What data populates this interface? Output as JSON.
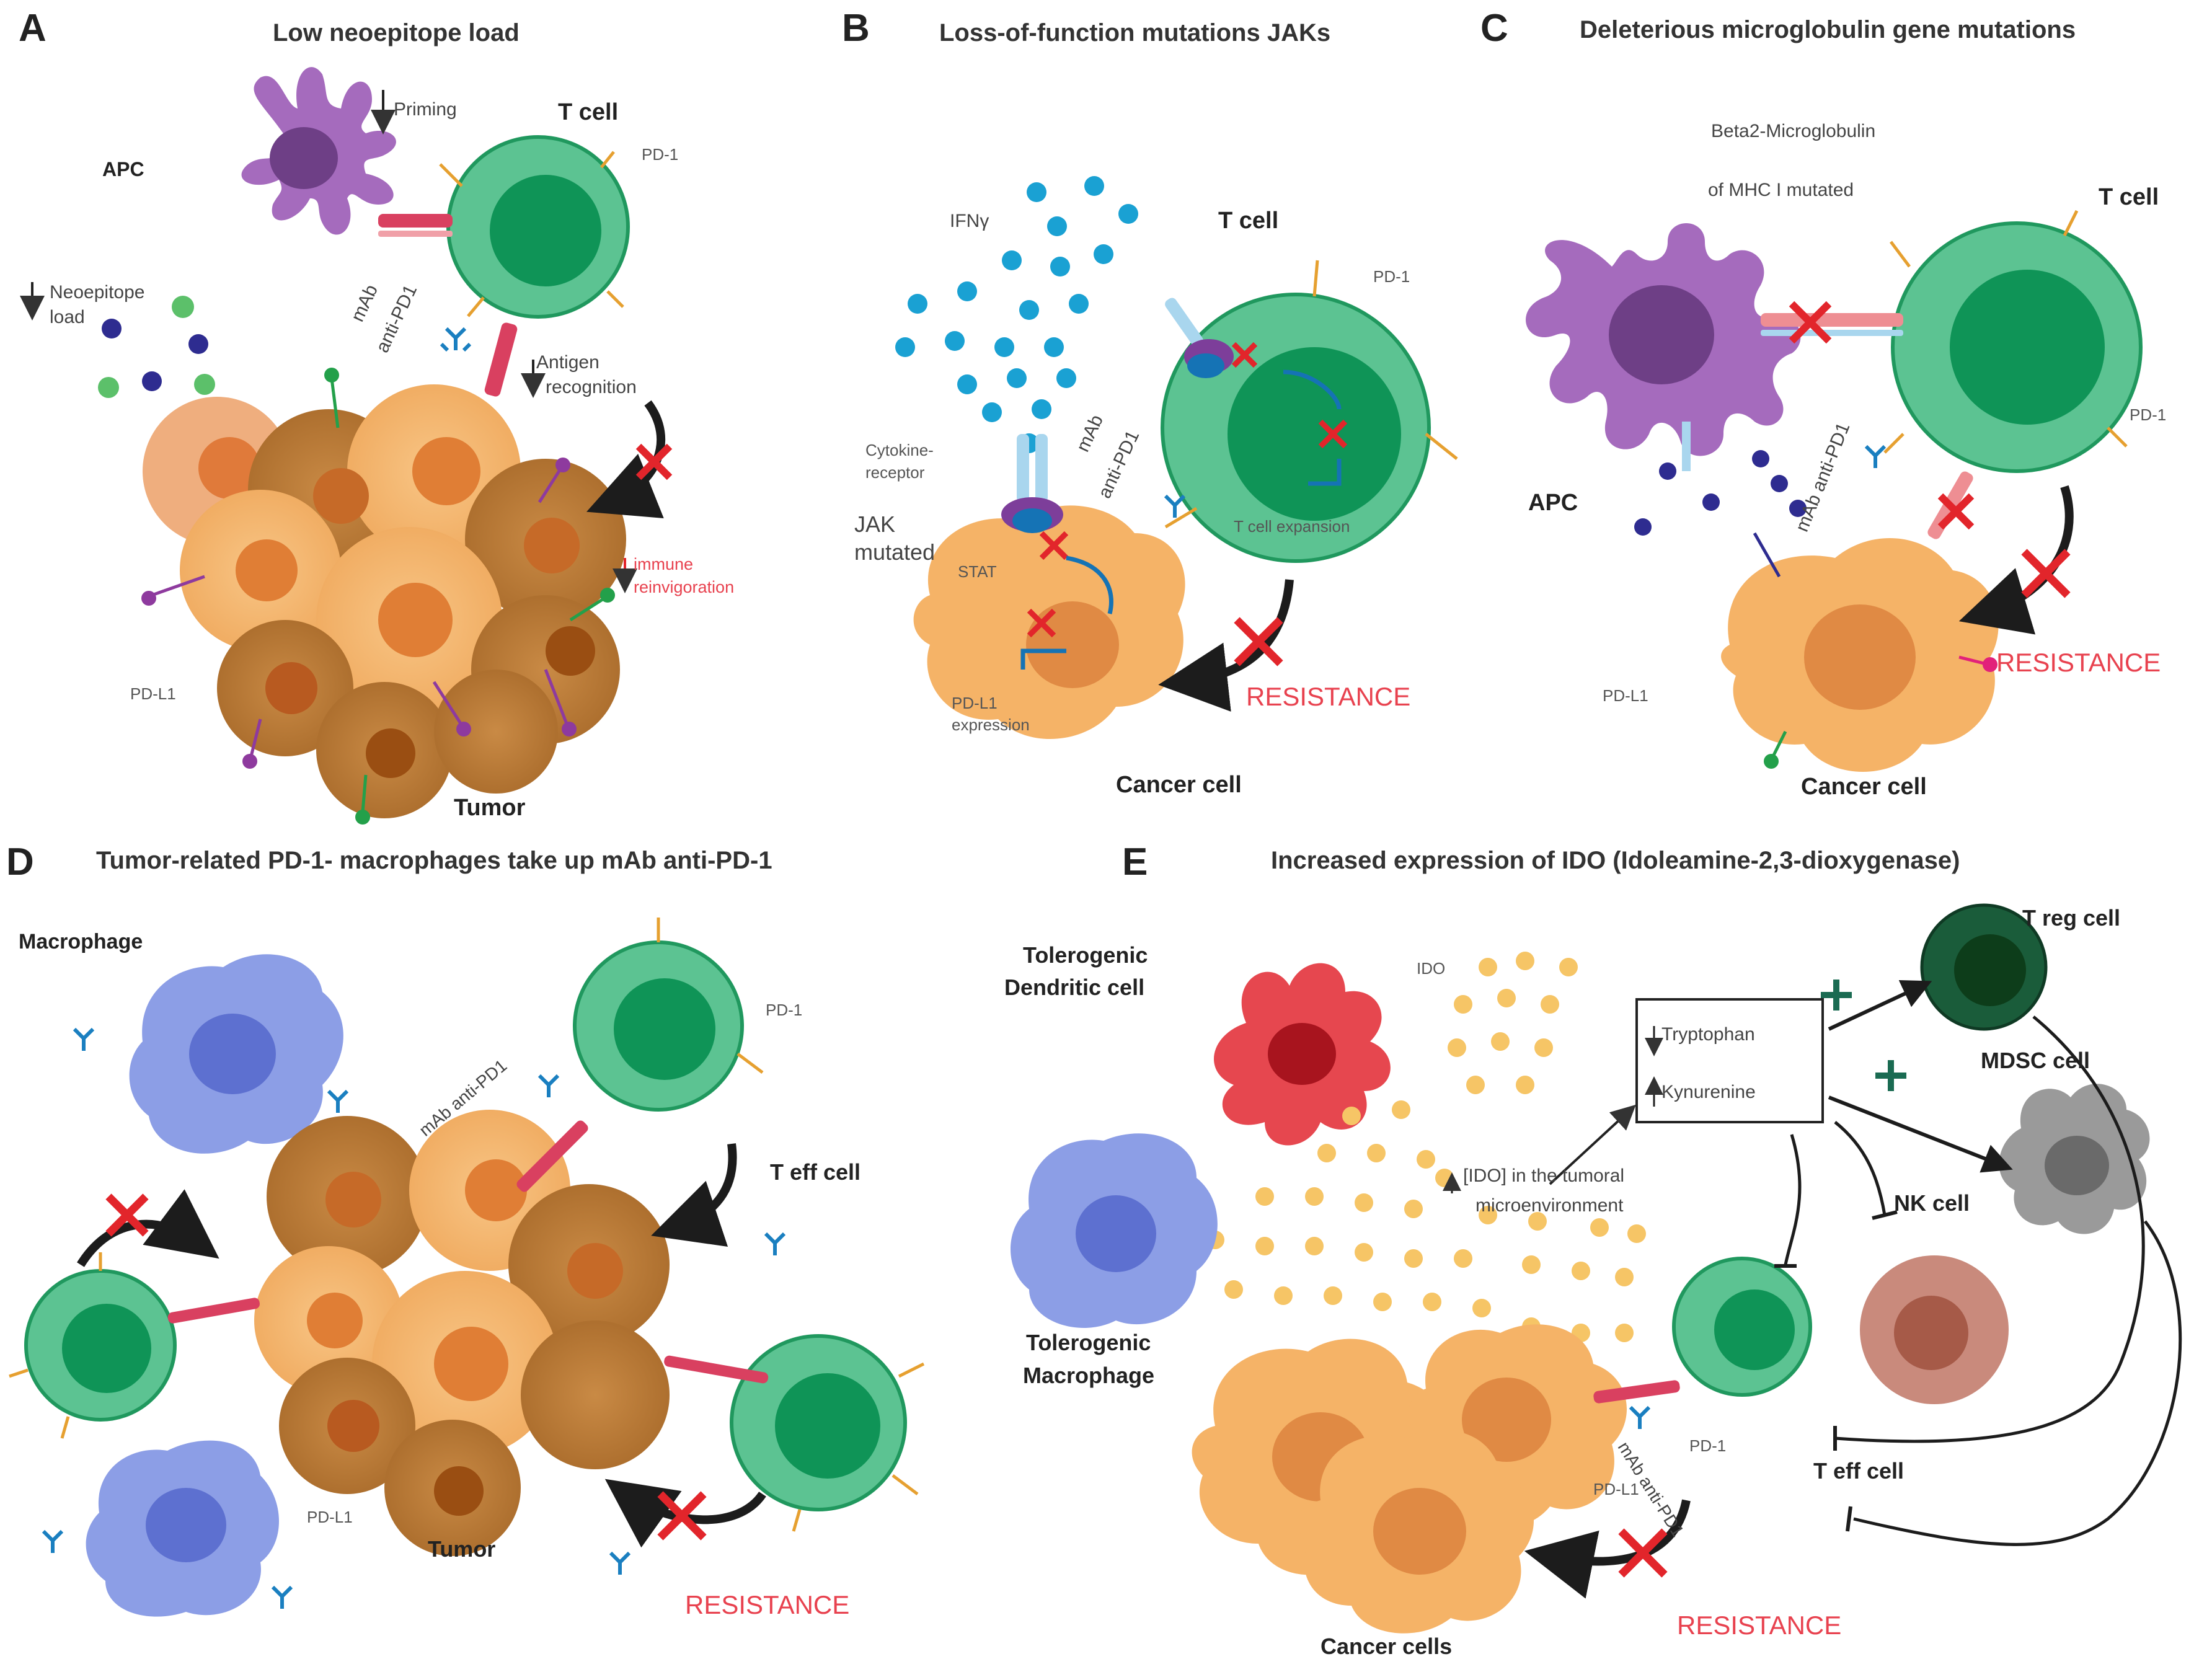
{
  "colors": {
    "apc": "#a56bbd",
    "apc_nucleus": "#6e3f86",
    "tcell": "#5cc392",
    "tcell_nucleus": "#0f9457",
    "tumor_light": "#f5b367",
    "tumor_dark": "#b9772f",
    "tumor_nucleus": "#e07e35",
    "macrophage": "#8c9ee6",
    "macrophage_nucleus": "#5d70d0",
    "ifn_dot": "#1aa1d3",
    "ido_dot": "#f6c566",
    "resistance": "#e8424f",
    "block_x": "#e2252b",
    "treg": "#1a5c3a",
    "mdsc": "#9a9a9a",
    "nk": "#c98a7c",
    "dendritic": "#e6474f"
  },
  "panelA": {
    "letter": "A",
    "title": "Low neoepitope load",
    "apc": "APC",
    "priming": "Priming",
    "tcell": "T cell",
    "pd1": "PD-1",
    "neoepitope_1": "Neoepitope",
    "neoepitope_2": "load",
    "mab_1": "mAb",
    "mab_2": "anti-PD1",
    "antigen_1": "Antigen",
    "antigen_2": "recognition",
    "immune_1": "immune",
    "immune_2": "reinvigoration",
    "pdl1": "PD-L1",
    "tumor": "Tumor"
  },
  "panelB": {
    "letter": "B",
    "title": "Loss-of-function mutations JAKs",
    "ifn": "IFNγ",
    "tcell": "T cell",
    "pd1": "PD-1",
    "cytokine_1": "Cytokine-",
    "cytokine_2": "receptor",
    "mab_1": "mAb",
    "mab_2": "anti-PD1",
    "jak_1": "JAK",
    "jak_2": "mutated",
    "stat": "STAT",
    "expansion": "T cell expansion",
    "pdl1_1": "PD-L1",
    "pdl1_2": "expression",
    "resistance": "RESISTANCE",
    "cancer": "Cancer cell"
  },
  "panelC": {
    "letter": "C",
    "title": "Deleterious microglobulin gene mutations",
    "b2m_1": "Beta2-Microglobulin",
    "b2m_2": "of MHC I mutated",
    "tcell": "T cell",
    "pd1": "PD-1",
    "apc": "APC",
    "mab": "mAb anti-PD1",
    "resistance": "RESISTANCE",
    "pdl1": "PD-L1",
    "cancer": "Cancer cell"
  },
  "panelD": {
    "letter": "D",
    "title": "Tumor-related PD-1- macrophages take up mAb anti-PD-1",
    "macrophage": "Macrophage",
    "pd1": "PD-1",
    "mab": "mAb anti-PD1",
    "teff": "T eff cell",
    "pdl1": "PD-L1",
    "tumor": "Tumor",
    "resistance": "RESISTANCE"
  },
  "panelE": {
    "letter": "E",
    "title": "Increased expression of IDO (Idoleamine-2,3-dioxygenase)",
    "dendritic_1": "Tolerogenic",
    "dendritic_2": "Dendritic cell",
    "ido": "IDO",
    "tryptophan": "Tryptophan",
    "kynurenine": "Kynurenine",
    "treg": "T reg cell",
    "mdsc": "MDSC cell",
    "nk": "NK cell",
    "ido_env_1": "[IDO] in the tumoral",
    "ido_env_2": "microenvironment",
    "macro_1": "Tolerogenic",
    "macro_2": "Macrophage",
    "pd1": "PD-1",
    "pdl1": "PD-L1",
    "mab": "mAb anti-PD1",
    "teff": "T eff cell",
    "resistance": "RESISTANCE",
    "cancer": "Cancer cells"
  }
}
